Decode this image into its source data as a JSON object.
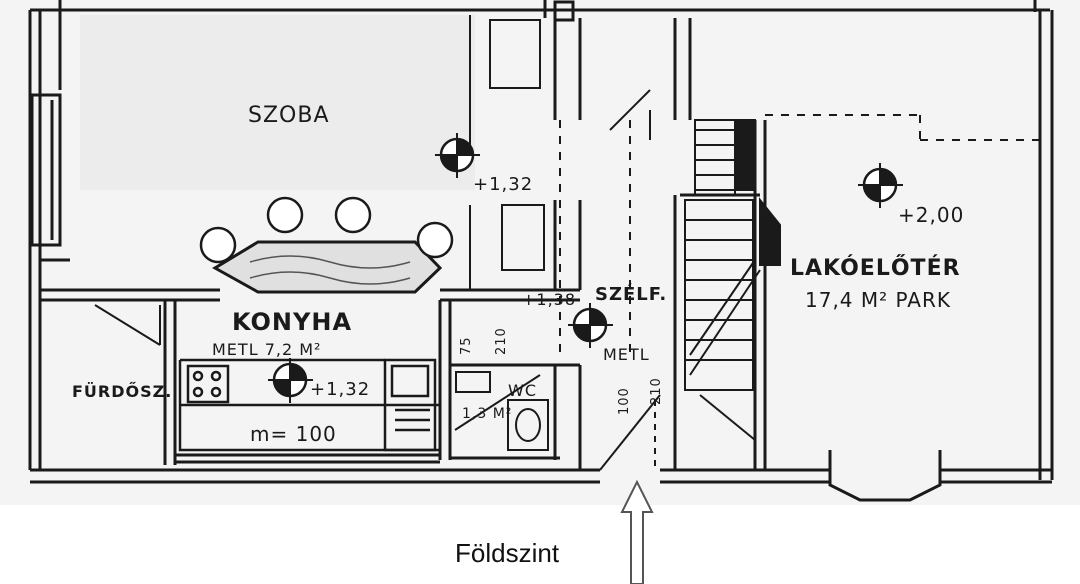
{
  "rooms": {
    "szoba": "SZOBA",
    "konyha": "KONYHA",
    "konyha_area": "METL 7,2 M²",
    "furdo": "FÜRDŐSZ.",
    "wc": "WC",
    "wc_area": "1,3 M²",
    "szelf": "SZÉLF.",
    "metl": "METL",
    "lakoeloter": "LAKÓELŐTÉR",
    "lakoeloter_area": "17,4 M² PARK"
  },
  "levels": {
    "szoba": "+1,32",
    "konyha": "+1,32",
    "szelf": "+1,38",
    "lakoeloter": "+2,00"
  },
  "dimensions": {
    "counter": "m= 100",
    "d1": "75",
    "d2": "210",
    "d3": "100",
    "d4": "210"
  },
  "caption": "Földszint"
}
